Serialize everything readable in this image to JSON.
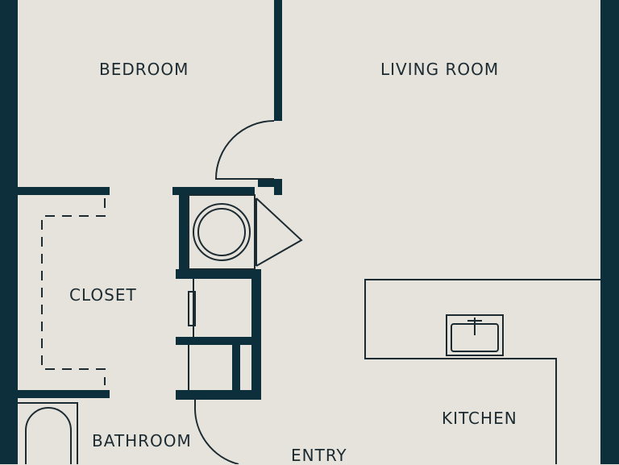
{
  "colors": {
    "background": "#e6e3dc",
    "wall": "#0d2f3b",
    "line": "#1c2b32"
  },
  "rooms": {
    "bedroom": "BEDROOM",
    "living_room": "LIVING ROOM",
    "closet": "CLOSET",
    "bathroom": "BATHROOM",
    "entry": "ENTRY",
    "kitchen": "KITCHEN"
  },
  "fixtures": [
    "washer-dryer-icon",
    "kitchen-sink-icon",
    "bathtub-icon"
  ]
}
